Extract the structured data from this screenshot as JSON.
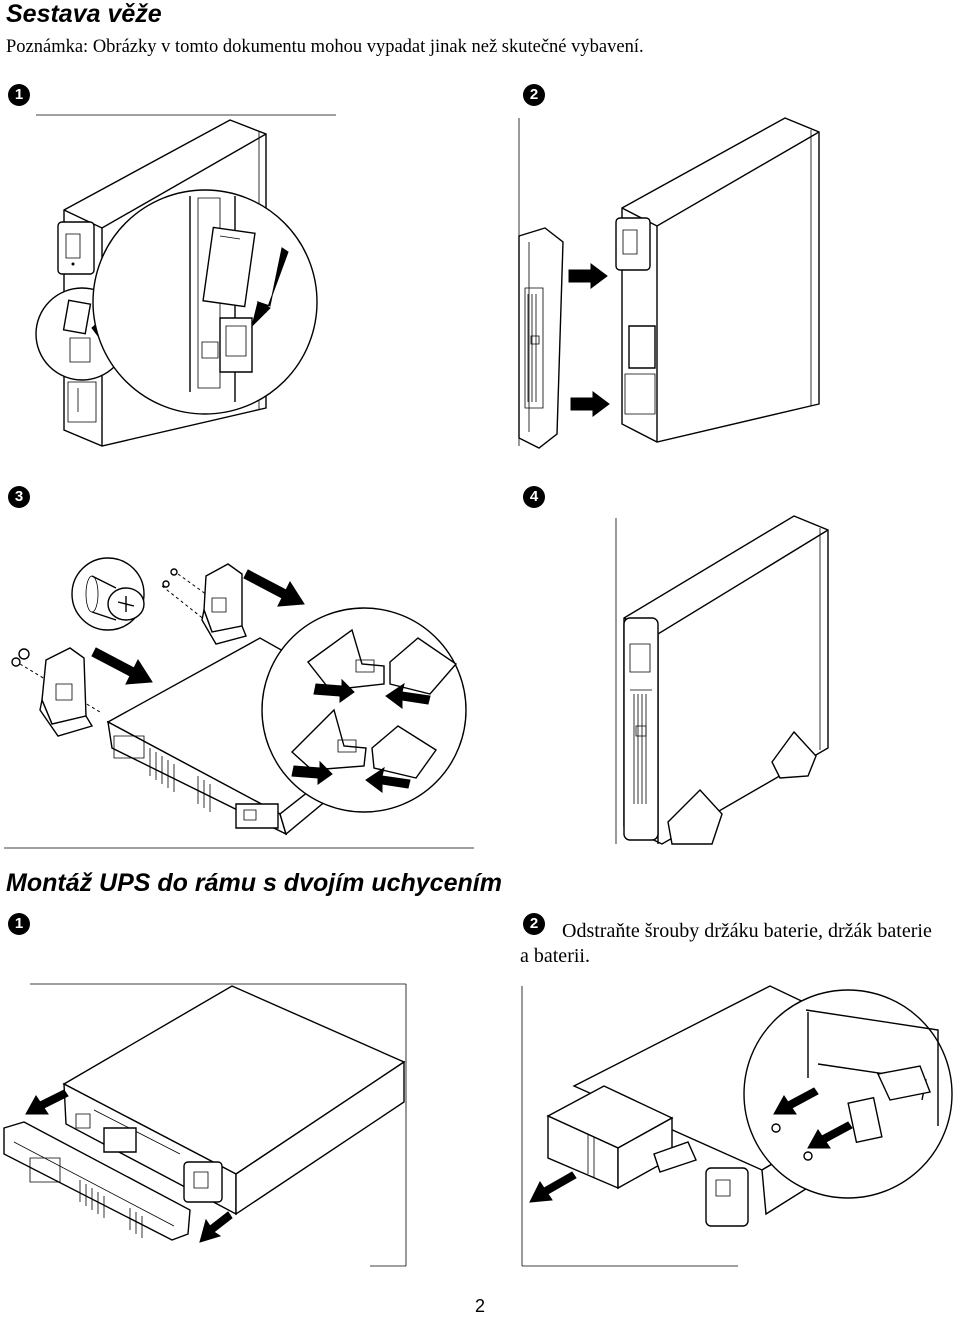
{
  "section1": {
    "title": "Sestava věže",
    "note": "Poznámka: Obrázky v tomto dokumentu mohou vypadat jinak než skutečné vybavení.",
    "steps": [
      "1",
      "2",
      "3",
      "4"
    ]
  },
  "section2": {
    "title": "Montáž UPS do rámu s dvojím uchycením",
    "steps": [
      "1",
      "2"
    ],
    "step2_text": "Odstraňte šrouby držáku baterie, držák baterie a baterii."
  },
  "page_number": "2"
}
